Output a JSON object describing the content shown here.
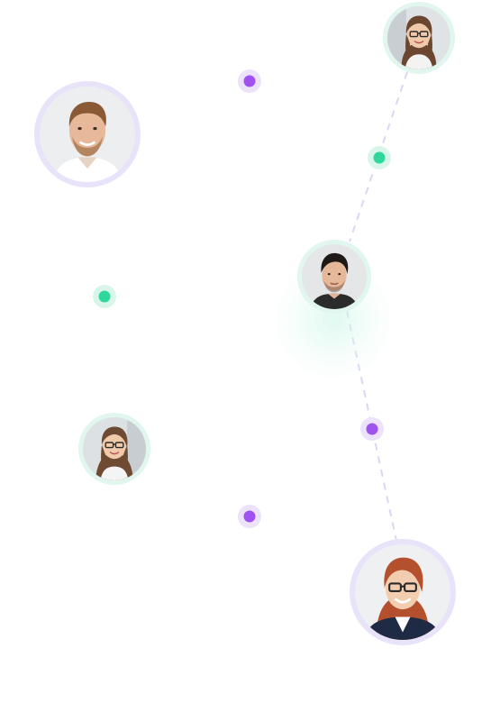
{
  "colors": {
    "accent_purple": "#a052f0",
    "accent_purple_halo": "#ece3fb",
    "accent_green": "#2fd79a",
    "accent_green_halo": "#d8f7ea",
    "ring_purple": "#e9e3fa",
    "ring_green": "#e0f6ee",
    "connector_line": "#dcd6f2"
  },
  "avatars": [
    {
      "icon": "woman-glasses-portrait-icon",
      "ring": "green"
    },
    {
      "icon": "man-chef-portrait-icon",
      "ring": "purple"
    },
    {
      "icon": "man-dark-hair-portrait-icon",
      "ring": "green"
    },
    {
      "icon": "woman-glasses-portrait-icon",
      "ring": "green"
    },
    {
      "icon": "woman-redhead-glasses-portrait-icon",
      "ring": "purple"
    }
  ],
  "dots": [
    {
      "color": "purple"
    },
    {
      "color": "green"
    },
    {
      "color": "green"
    },
    {
      "color": "purple"
    },
    {
      "color": "purple"
    }
  ]
}
